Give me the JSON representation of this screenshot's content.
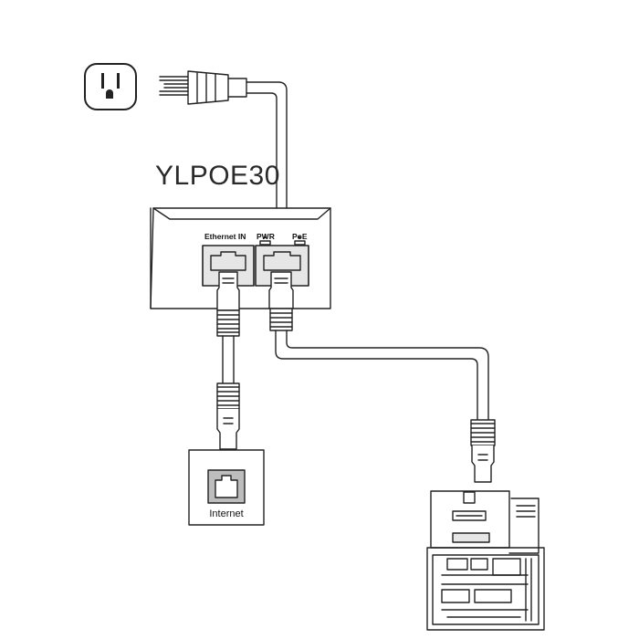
{
  "device": {
    "model": "YLPOE30",
    "ports": {
      "ethernet_in": "Ethernet  IN",
      "pwr": "PWR",
      "poe": "PoE"
    }
  },
  "wall_jack": {
    "label": "Internet"
  },
  "icons": [
    "outlet-icon",
    "power-plug-icon",
    "rj45-connector-icon",
    "ip-phone-icon"
  ],
  "colors": {
    "line": "#222222",
    "port_fill": "#e6e6e6",
    "jack_fill": "#bdbdbd"
  }
}
